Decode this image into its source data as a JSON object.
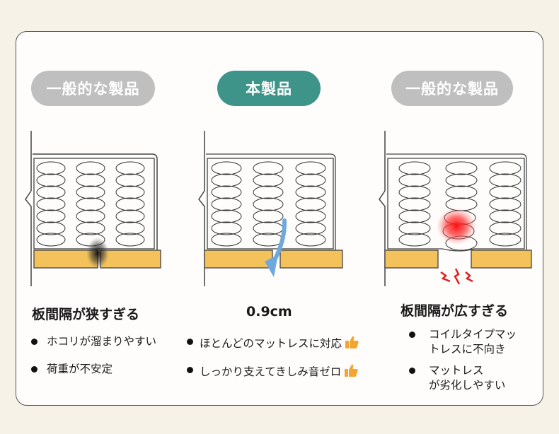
{
  "columns": [
    {
      "badge": "一般的な製品",
      "heading": "板間隔が狭すぎる",
      "bullets": [
        "ホコリが溜まりやすい",
        "荷重が不安定"
      ]
    },
    {
      "badge": "本製品",
      "heading": "0.9cm",
      "bullets": [
        "ほとんどのマットレスに対応",
        "しっかり支えてきしみ音ゼロ"
      ]
    },
    {
      "badge": "一般的な製品",
      "heading": "板間隔が広すぎる",
      "bullets": [
        [
          "コイルタイプマッ",
          "トレスに不向き"
        ],
        [
          "マットレス",
          "が劣化しやすい"
        ]
      ]
    }
  ],
  "colors": {
    "accent": "#3f948a",
    "badge_gray": "#bfbfbf",
    "slat": "#f4c25a",
    "arrow": "#6fa8dc",
    "alert": "#e02020"
  },
  "icons": [
    "thumbs-up-icon",
    "down-arrow-icon",
    "pressure-hotspot-icon"
  ]
}
